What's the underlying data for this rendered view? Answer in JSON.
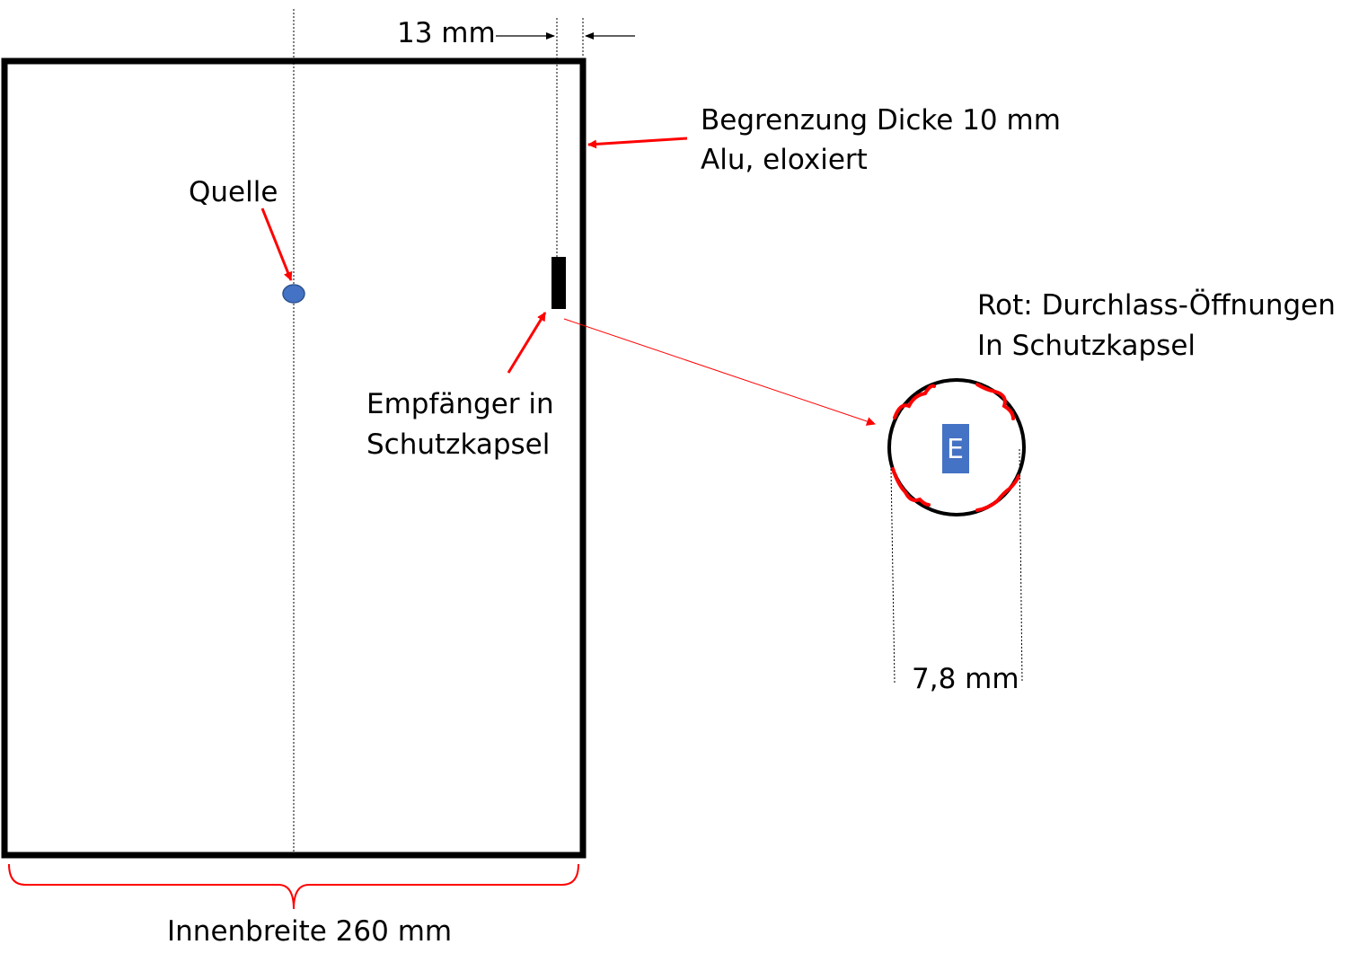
{
  "labels": {
    "dim_offset": "13 mm",
    "boundary_line1": "Begrenzung Dicke 10 mm",
    "boundary_line2": "Alu, eloxiert",
    "source": "Quelle",
    "receiver_line1": "Empfänger in",
    "receiver_line2": "Schutzkapsel",
    "legend_line1": "Rot: Durchlass-Öffnungen",
    "legend_line2": "In Schutzkapsel",
    "receiver_letter": "E",
    "diameter": "7,8 mm",
    "inner_width": "Innenbreite 260 mm"
  },
  "colors": {
    "outline": "#000000",
    "annotation": "#ff0000",
    "source_fill": "#4472c4",
    "source_stroke": "#2f528f",
    "receiver_fill": "#4472c4"
  }
}
